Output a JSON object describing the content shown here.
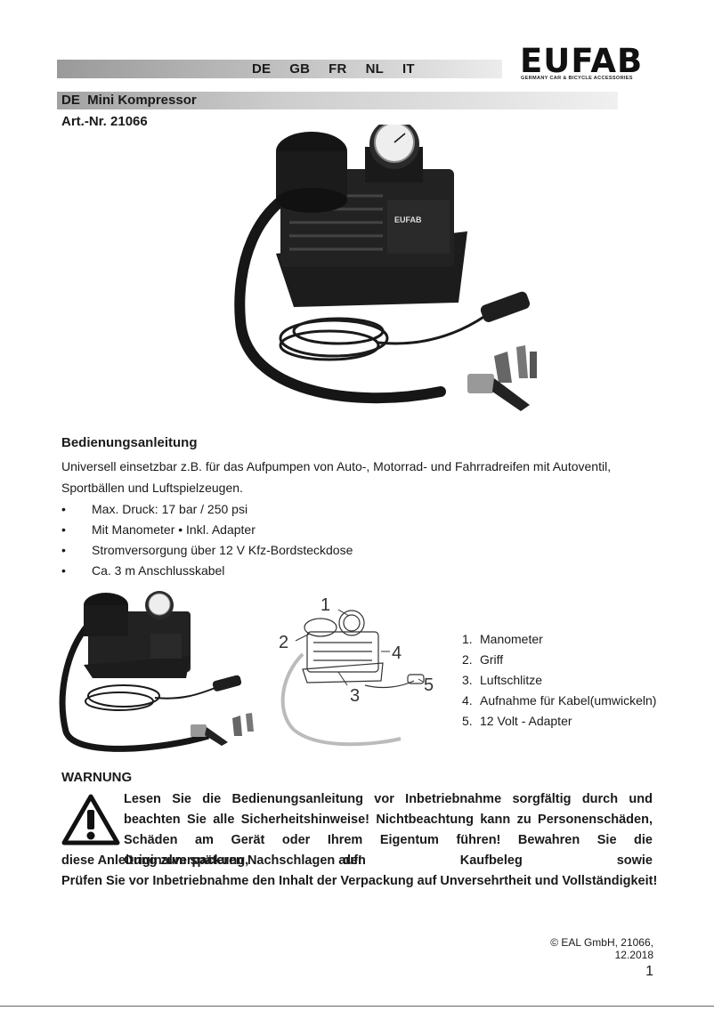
{
  "header": {
    "languages": [
      "DE",
      "GB",
      "FR",
      "NL",
      "IT"
    ],
    "logo": {
      "word": "EUFAB",
      "subline": "GERMANY CAR & BICYCLE ACCESSORIES"
    }
  },
  "product": {
    "title": "DE  Mini Kompressor",
    "article_no": "Art.-Nr. 21066"
  },
  "instructions": {
    "heading": "Bedienungsanleitung",
    "intro": "Universell einsetzbar z.B. für das Aufpumpen von Auto-, Motorrad- und Fahrradreifen mit Autoventil, Sportbällen und Luftspielzeugen.",
    "bullet_symbol": "•",
    "bullets": [
      "Max. Druck: 17 bar / 250 psi",
      "Mit Manometer • Inkl. Adapter",
      "Stromversorgung über 12 V Kfz-Bordsteckdose",
      "Ca. 3 m Anschlusskabel"
    ]
  },
  "diagram": {
    "callouts": [
      "1",
      "2",
      "3",
      "4",
      "5"
    ],
    "parts": [
      {
        "number": "1.",
        "label": "Manometer"
      },
      {
        "number": "2.",
        "label": "Griff"
      },
      {
        "number": "3.",
        "label": "Luftschlitze"
      },
      {
        "number": "4.",
        "label": "Aufnahme für Kabel(umwickeln)"
      },
      {
        "number": "5.",
        "label": "12 Volt - Adapter"
      }
    ]
  },
  "warning": {
    "heading": "WARNUNG",
    "text": "Lesen Sie die Bedienungsanleitung vor Inbetriebnahme sorgfältig durch und beachten Sie alle Sicherheitshinweise! Nichtbeachtung kann zu Personenschäden, Schäden am Gerät oder Ihrem Eigentum führen! Bewahren Sie die Originalverpackung, den Kaufbeleg sowie",
    "text_end": "diese Anleitung zum späteren Nachschlagen auf!",
    "check": "Prüfen Sie vor Inbetriebnahme den Inhalt der Verpackung auf Unversehrtheit und Vollständigkeit!",
    "icon": "warning-triangle-icon"
  },
  "footer": {
    "copyright": "© EAL GmbH, 21066, 12.2018",
    "page_number": "1"
  }
}
